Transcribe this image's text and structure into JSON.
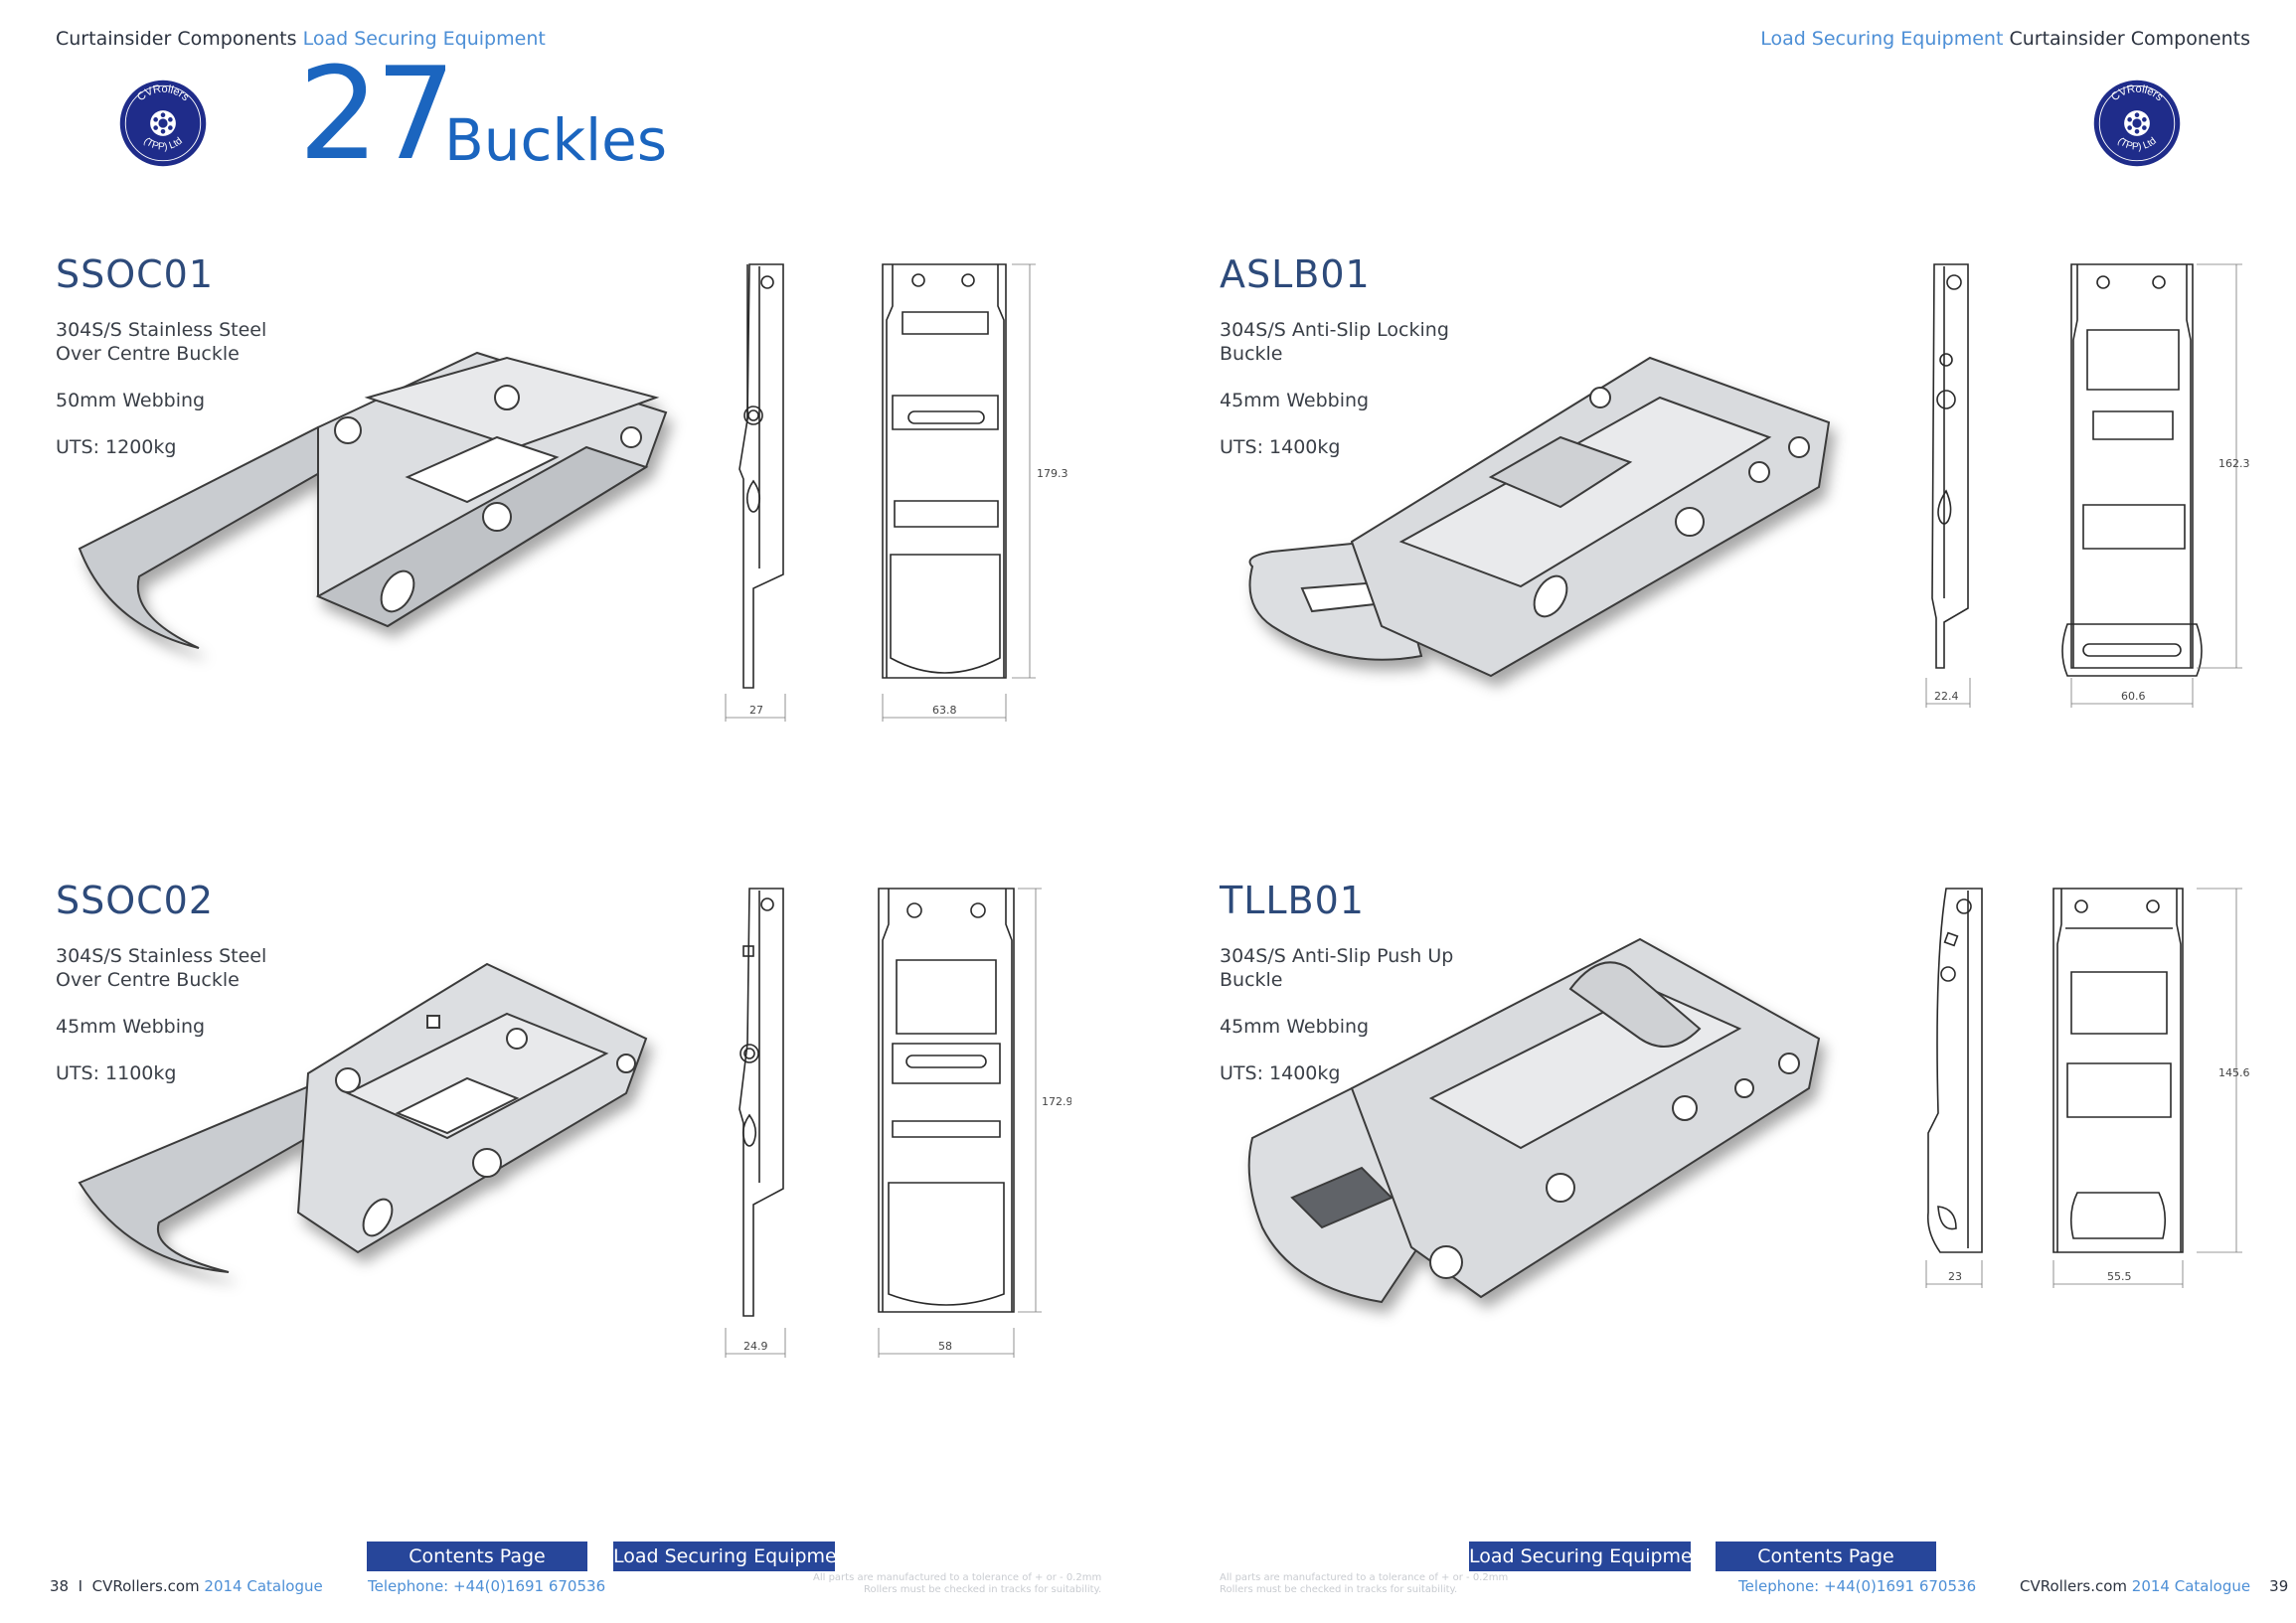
{
  "header": {
    "left": {
      "primary": "Curtainsider Components",
      "secondary": "Load Securing Equipment"
    },
    "right": {
      "primary": "Curtainsider Components",
      "secondary": "Load Securing Equipment"
    },
    "logo_text": {
      "top": "CVRollers",
      "bottom": "(TPP) Ltd"
    }
  },
  "section": {
    "number": "27",
    "title": "Buckles"
  },
  "products": [
    {
      "code": "SSOC01",
      "description_line1": "304S/S Stainless Steel",
      "description_line2": "Over Centre Buckle",
      "webbing": "50mm Webbing",
      "uts": "UTS: 1200kg",
      "dims": {
        "side_width": "27",
        "front_width": "63.8",
        "height": "179.3"
      }
    },
    {
      "code": "ASLB01",
      "description_line1": "304S/S Anti-Slip Locking",
      "description_line2": "Buckle",
      "webbing": "45mm Webbing",
      "uts": "UTS: 1400kg",
      "dims": {
        "side_width": "22.4",
        "front_width": "60.6",
        "height": "162.3"
      }
    },
    {
      "code": "SSOC02",
      "description_line1": "304S/S Stainless Steel",
      "description_line2": "Over Centre Buckle",
      "webbing": "45mm Webbing",
      "uts": "UTS: 1100kg",
      "dims": {
        "side_width": "24.9",
        "front_width": "58",
        "height": "172.9"
      }
    },
    {
      "code": "TLLB01",
      "description_line1": "304S/S Anti-Slip Push Up",
      "description_line2": "Buckle",
      "webbing": "45mm Webbing",
      "uts": "UTS: 1400kg",
      "dims": {
        "side_width": "23",
        "front_width": "55.5",
        "height": "145.6"
      }
    }
  ],
  "footer": {
    "left": {
      "page": "38",
      "separator": "I",
      "site": "CVRollers.com",
      "catalogue": "2014 Catalogue",
      "btn_contents": "Contents Page",
      "btn_section": "Load Securing Equipment",
      "telephone": "Telephone: +44(0)1691 670536",
      "note_line1": "All parts are manufactured to a tolerance of + or - 0.2mm",
      "note_line2": "Rollers must be checked in tracks for suitability."
    },
    "right": {
      "page": "39",
      "site": "CVRollers.com",
      "catalogue": "2014 Catalogue",
      "btn_contents": "Contents Page",
      "btn_section": "Load Securing Equipment",
      "telephone": "Telephone: +44(0)1691 670536",
      "note_line1": "All parts are manufactured to a tolerance of + or - 0.2mm",
      "note_line2": "Rollers must be checked in tracks for suitability."
    }
  },
  "colors": {
    "brand_blue": "#1b65bf",
    "light_blue": "#4d8fd6",
    "button_navy": "#27469a",
    "logo_navy": "#1f2c8a"
  }
}
